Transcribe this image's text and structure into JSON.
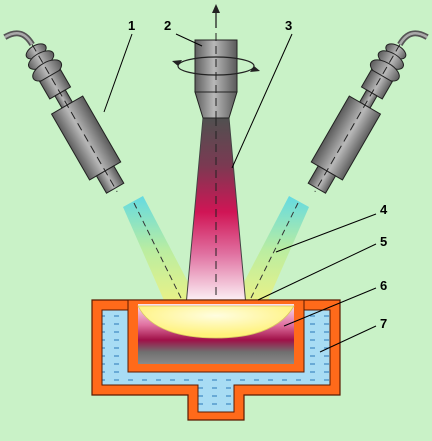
{
  "diagram": {
    "colors": {
      "background": "#c9f2c7",
      "gun_body": "#8a8a8a",
      "beam_top": "#555555",
      "beam_mid": "#c8104e",
      "beam_bottom": "#ffffff",
      "electron_beam": "#6fe0e8",
      "melt_pool": "#fff7a0",
      "ingot_top": "#f3d8e8",
      "ingot_bottom": "#8c8c8c",
      "crucible_wall": "#ff6a1a",
      "coolant": "#a8dcf4"
    },
    "rotation_arrow_icon": "circular-arrow-icon",
    "up_arrow_icon": "arrow-up-icon",
    "callouts": [
      {
        "id": "callout-1",
        "label": "1"
      },
      {
        "id": "callout-2",
        "label": "2"
      },
      {
        "id": "callout-3",
        "label": "3"
      },
      {
        "id": "callout-4",
        "label": "4"
      },
      {
        "id": "callout-5",
        "label": "5"
      },
      {
        "id": "callout-6",
        "label": "6"
      },
      {
        "id": "callout-7",
        "label": "7"
      }
    ]
  }
}
